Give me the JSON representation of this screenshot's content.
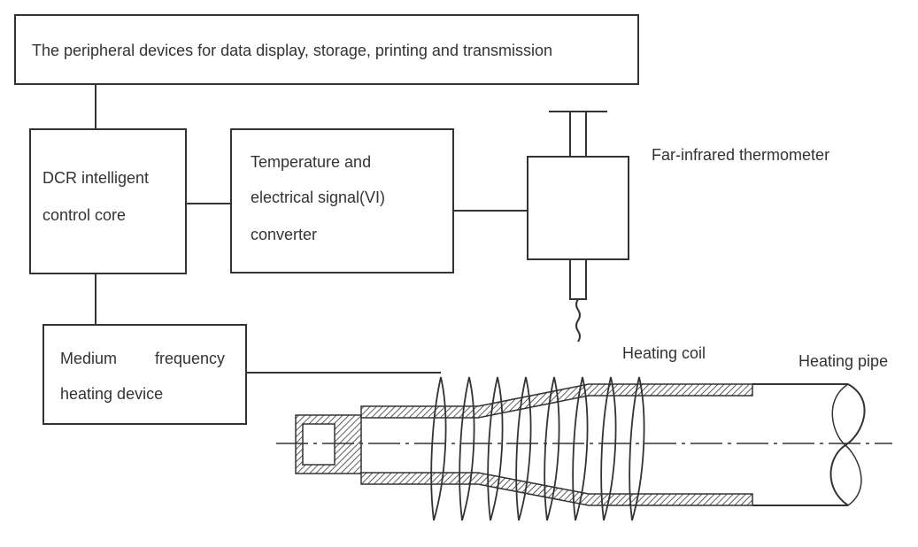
{
  "boxes": {
    "peripheral": "The peripheral devices for data display, storage, printing and transmission",
    "dcr": {
      "line1": "DCR intelligent",
      "line2": "control core"
    },
    "converter": {
      "line1": "Temperature and",
      "line2": "electrical signal(VI)",
      "line3": "converter"
    },
    "heating_device": {
      "word1": "Medium",
      "word2": "frequency",
      "line2": "heating device"
    }
  },
  "labels": {
    "thermometer": "Far-infrared thermometer",
    "coil": "Heating coil",
    "pipe": "Heating pipe"
  }
}
